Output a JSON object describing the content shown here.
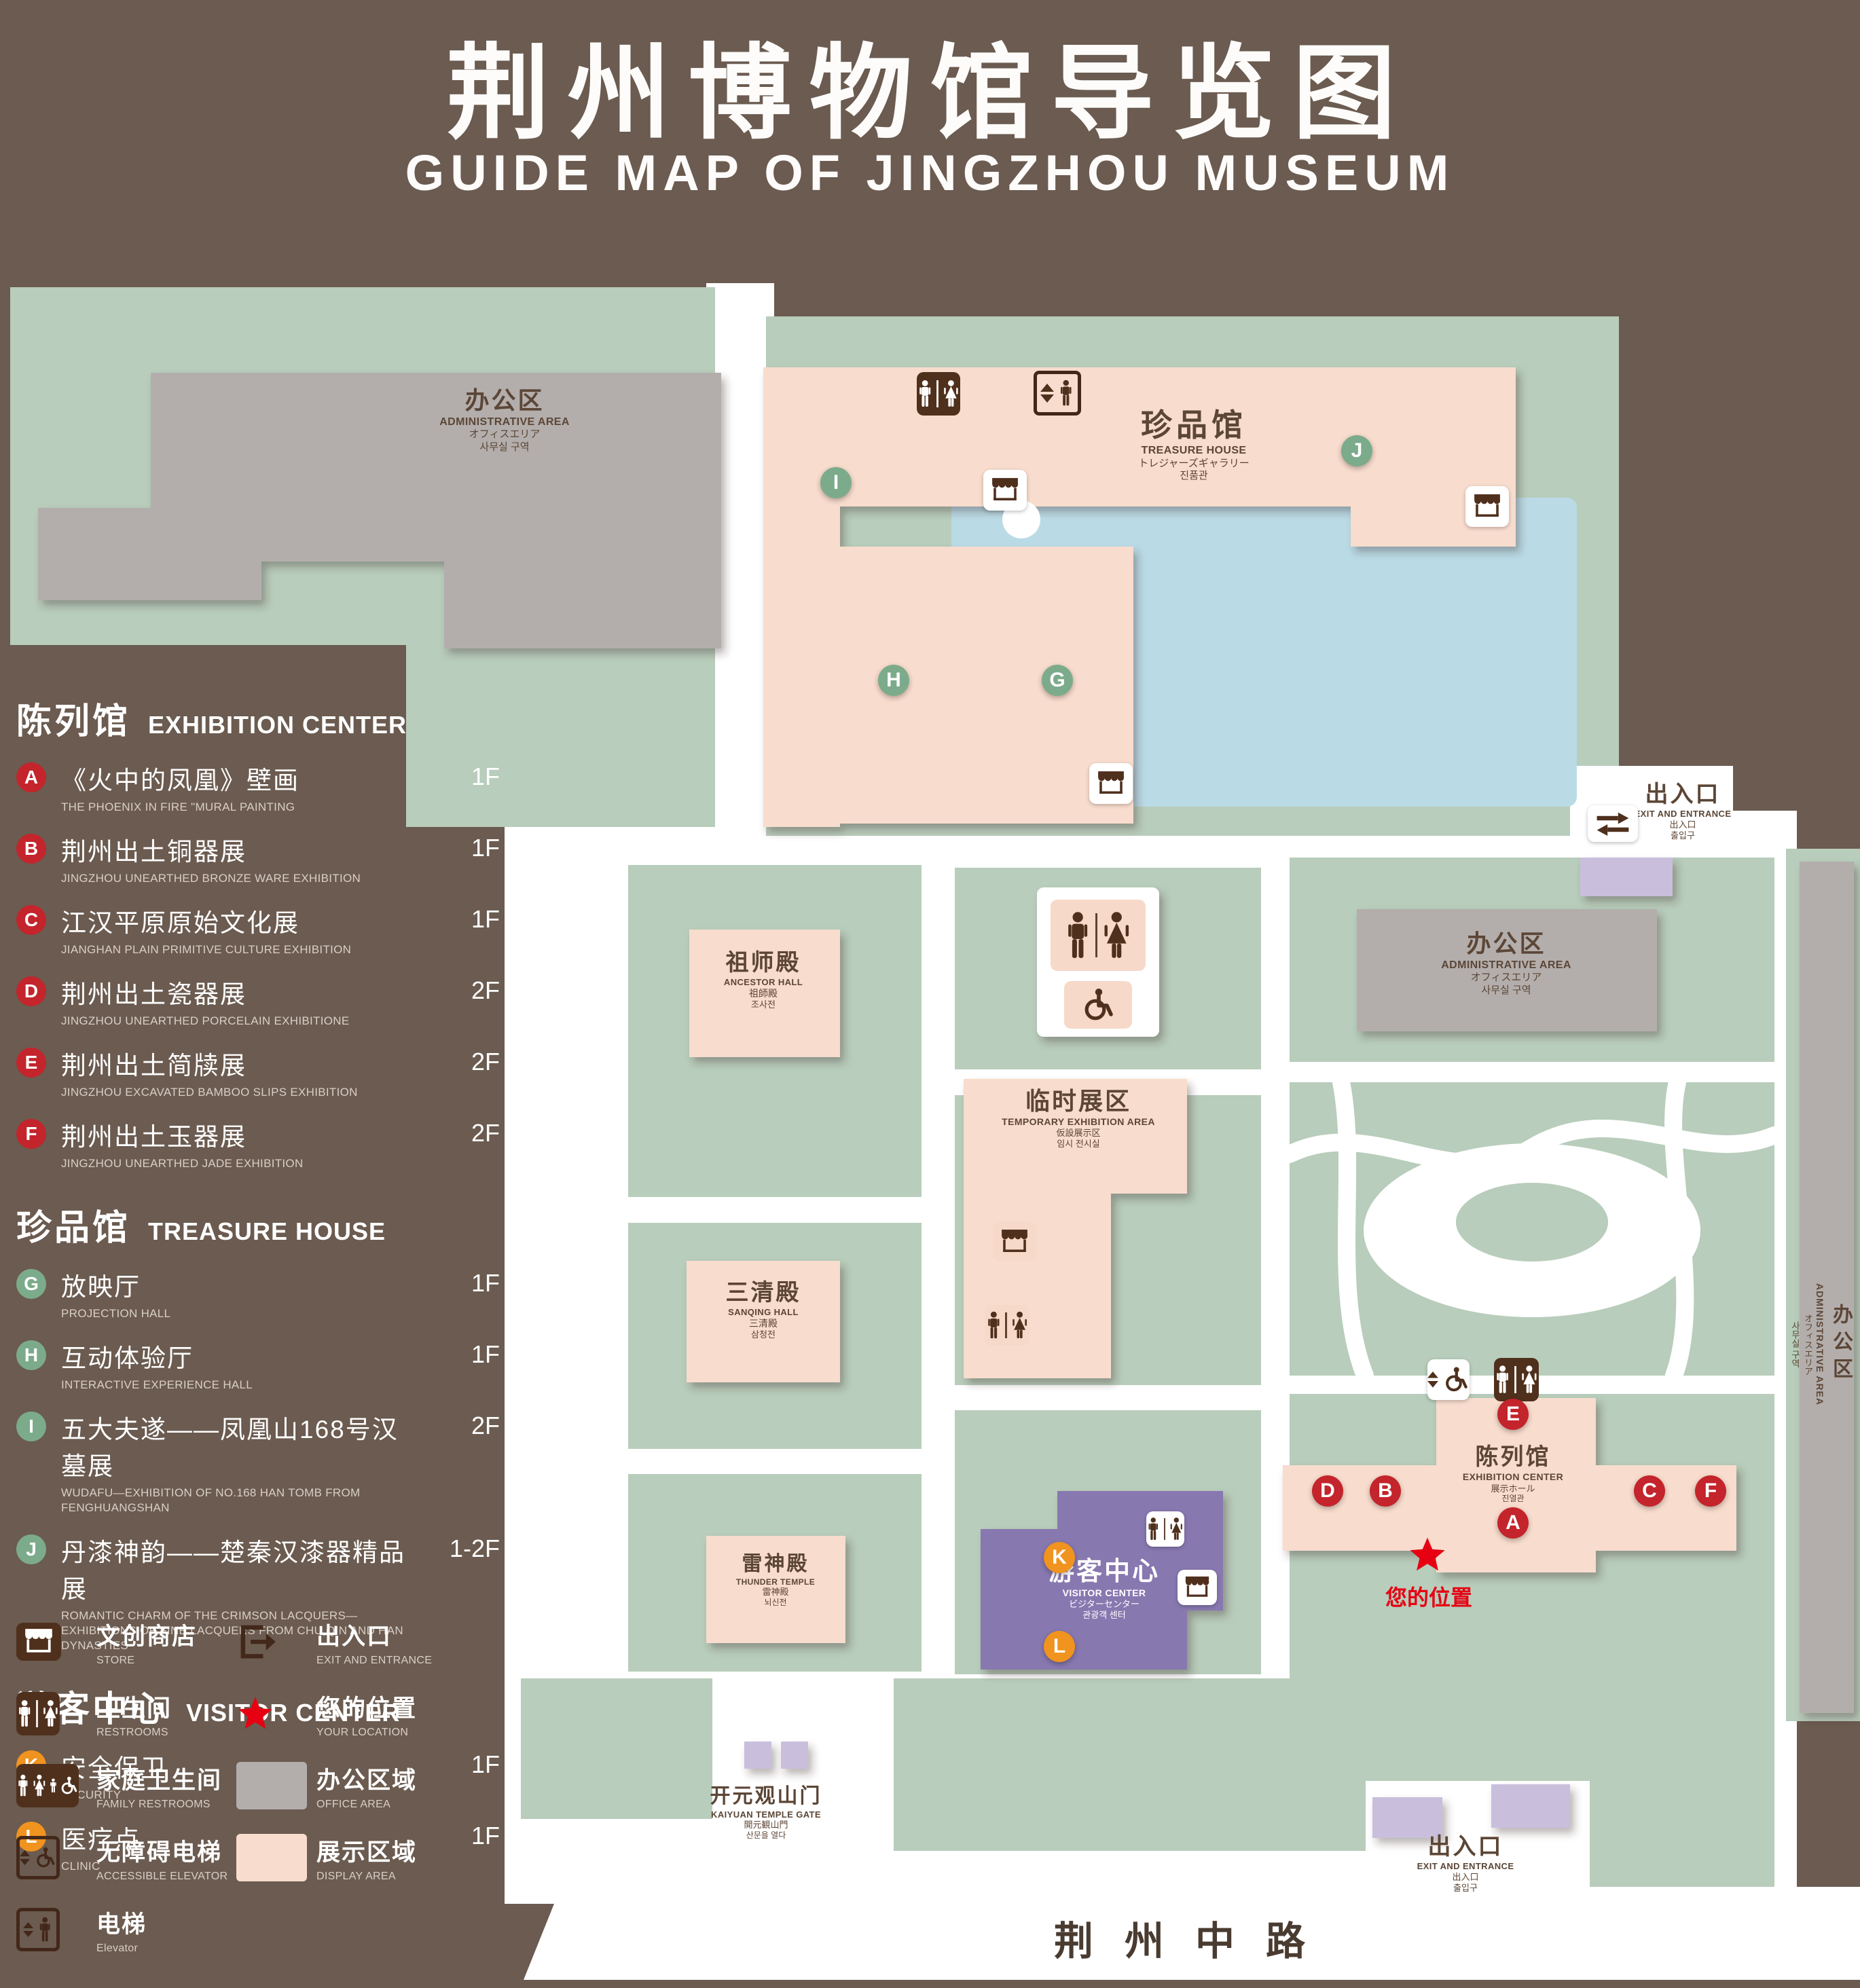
{
  "colors": {
    "background_brown": "#6b5b50",
    "map_green": "#b8cdbb",
    "display_area_pink": "#f8dccd",
    "office_gray": "#b3aeac",
    "pond_blue": "#badbe6",
    "visitor_purple": "#8878b0",
    "entrance_lavender": "#c9bfdc",
    "marker_red": "#c4242b",
    "marker_green": "#7cab8b",
    "marker_orange": "#f0931f",
    "location_red": "#e60012",
    "icon_brown": "#4f301d"
  },
  "header": {
    "title": "荆州博物馆导览图",
    "subtitle": "GUIDE MAP OF JINGZHOU MUSEUM"
  },
  "legend": {
    "sections": [
      {
        "title_cn": "陈列馆",
        "title_en": "EXHIBITION CENTER",
        "items": [
          {
            "id": "A",
            "cn": "《火中的凤凰》壁画",
            "en": "THE PHOENIX IN FIRE \"MURAL PAINTING",
            "floor": "1F"
          },
          {
            "id": "B",
            "cn": "荆州出土铜器展",
            "en": "JINGZHOU UNEARTHED BRONZE WARE EXHIBITION",
            "floor": "1F"
          },
          {
            "id": "C",
            "cn": "江汉平原原始文化展",
            "en": "JIANGHAN PLAIN PRIMITIVE CULTURE EXHIBITION",
            "floor": "1F"
          },
          {
            "id": "D",
            "cn": "荆州出土瓷器展",
            "en": "JINGZHOU UNEARTHED PORCELAIN EXHIBITIONE",
            "floor": "2F"
          },
          {
            "id": "E",
            "cn": "荆州出土简牍展",
            "en": "JINGZHOU EXCAVATED BAMBOO SLIPS EXHIBITION",
            "floor": "2F"
          },
          {
            "id": "F",
            "cn": "荆州出土玉器展",
            "en": "JINGZHOU UNEARTHED JADE EXHIBITION",
            "floor": "2F"
          }
        ]
      },
      {
        "title_cn": "珍品馆",
        "title_en": "TREASURE HOUSE",
        "items": [
          {
            "id": "G",
            "cn": "放映厅",
            "en": "PROJECTION HALL",
            "floor": "1F"
          },
          {
            "id": "H",
            "cn": "互动体验厅",
            "en": "INTERACTIVE EXPERIENCE HALL",
            "floor": "1F"
          },
          {
            "id": "I",
            "cn": "五大夫遂——凤凰山168号汉墓展",
            "en": "WUDAFU—EXHIBITION OF NO.168 HAN TOMB FROM FENGHUANGSHAN",
            "floor": "2F"
          },
          {
            "id": "J",
            "cn": "丹漆神韵——楚秦汉漆器精品展",
            "en": "ROMANTIC CHARM OF THE CRIMSON LACQUERS—EXHIBITIONS OF FINE LACQUERS FROM CHU,QIN AND HAN DYNASTIES",
            "floor": "1-2F"
          }
        ]
      },
      {
        "title_cn": "游客中心",
        "title_en": "VISITOR CENTER",
        "items": [
          {
            "id": "K",
            "cn": "安全保卫",
            "en": "SECURITY",
            "floor": "1F"
          },
          {
            "id": "L",
            "cn": "医疗点",
            "en": "CLINIC",
            "floor": "1F"
          }
        ]
      }
    ]
  },
  "icon_legend": {
    "store": {
      "cn": "文创商店",
      "en": "STORE"
    },
    "restrooms": {
      "cn": "卫生间",
      "en": "RESTROOMS"
    },
    "family_restrooms": {
      "cn": "家庭卫生间",
      "en": "FAMILY RESTROOMS"
    },
    "accessible_elevator": {
      "cn": "无障碍电梯",
      "en": "ACCESSIBLE ELEVATOR"
    },
    "elevator": {
      "cn": "电梯",
      "en": "Elevator"
    },
    "exit": {
      "cn": "出入口",
      "en": "EXIT AND ENTRANCE"
    },
    "your_location": {
      "cn": "您的位置",
      "en": "YOUR LOCATION"
    },
    "office_area": {
      "cn": "办公区域",
      "en": "OFFICE AREA"
    },
    "display_area": {
      "cn": "展示区域",
      "en": "DISPLAY AREA"
    }
  },
  "map": {
    "admin_tl": {
      "cn": "办公区",
      "en": "ADMINISTRATIVE AREA",
      "jp": "オフィスエリア",
      "kr": "사무실 구역"
    },
    "treasure": {
      "cn": "珍品馆",
      "en": "TREASURE HOUSE",
      "jp": "トレジャーズギャラリー",
      "kr": "진품관"
    },
    "exit_right": {
      "cn": "出入口",
      "en": "EXIT AND ENTRANCE",
      "jp": "出入口",
      "kr": "출입구"
    },
    "admin_right": {
      "cn": "办公区",
      "en": "ADMINISTRATIVE AREA",
      "jp": "オフィスエリア",
      "kr": "사무실 구역"
    },
    "admin_far_right": {
      "cn": "办公区",
      "en": "ADMINISTRATIVE AREA",
      "jp": "オフィスエリア",
      "kr": "사무실 구역"
    },
    "ancestor_hall": {
      "cn": "祖师殿",
      "en": "ANCESTOR HALL",
      "jp": "祖師殿",
      "kr": "조사전"
    },
    "temporary_exhibition": {
      "cn": "临时展区",
      "en": "TEMPORARY EXHIBITION AREA",
      "jp": "仮設展示区",
      "kr": "임시 전시실"
    },
    "sanqing_hall": {
      "cn": "三清殿",
      "en": "SANQING HALL",
      "jp": "三清殿",
      "kr": "삼청전"
    },
    "thunder_temple": {
      "cn": "雷神殿",
      "en": "THUNDER TEMPLE",
      "jp": "雷神殿",
      "kr": "뇌신전"
    },
    "visitor_center": {
      "cn": "游客中心",
      "en": "VISITOR CENTER",
      "jp": "ビジターセンター",
      "kr": "관광객 센터"
    },
    "exhibition_center": {
      "cn": "陈列馆",
      "en": "EXHIBITION CENTER",
      "jp": "展示ホール",
      "kr": "진열관"
    },
    "kaiyuan_gate": {
      "cn": "开元观山门",
      "en": "KAIYUAN TEMPLE GATE",
      "jp": "開元観山門",
      "kr": "산문을 열다"
    },
    "exit_bottom": {
      "cn": "出入口",
      "en": "EXIT AND ENTRANCE",
      "jp": "出入口",
      "kr": "출입구"
    },
    "your_location": "您的位置",
    "road": "荆州中路",
    "markers": {
      "a": "A",
      "b": "B",
      "c": "C",
      "d": "D",
      "e": "E",
      "f": "F",
      "g": "G",
      "h": "H",
      "i": "I",
      "j": "J",
      "k": "K",
      "l": "L"
    }
  }
}
